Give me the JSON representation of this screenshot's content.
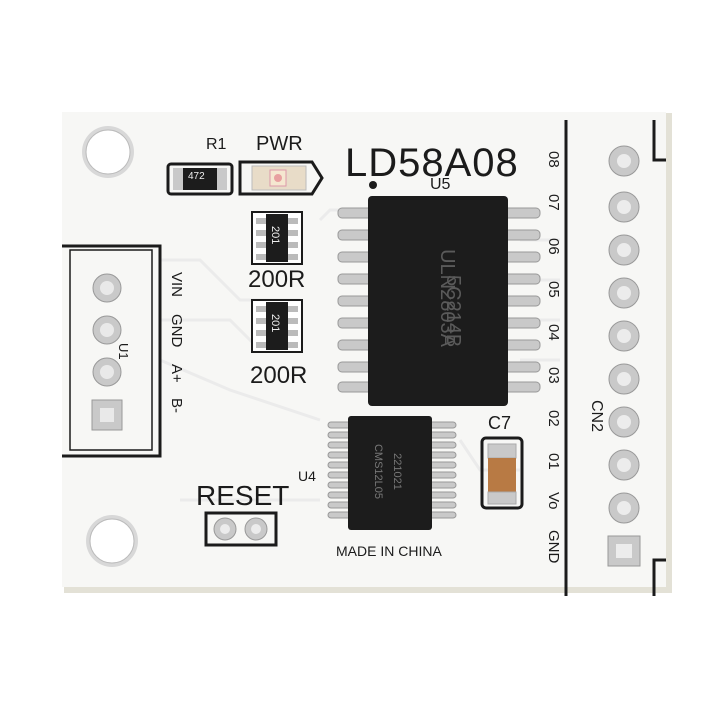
{
  "board": {
    "model_text": "LD58A08",
    "r1_label": "R1",
    "r1_value": "472",
    "pwr_label": "PWR",
    "u5_label": "U5",
    "u4_label": "U4",
    "c7_label": "C7",
    "cn2_label": "CN2",
    "u1_label": "U1",
    "reset_label": "RESET",
    "made_in": "MADE IN CHINA",
    "resistor_net_code": "201",
    "resistor_value_top": "200R",
    "resistor_value_bottom": "200R",
    "u5_chip_line1": "ULN2803A",
    "u5_chip_line2": "5C214B",
    "u4_chip_line1": "CMS12L05",
    "u4_chip_line2": "221021",
    "input_pins": [
      "VIN",
      "GND",
      "A+",
      "B-"
    ],
    "output_pins": [
      "08",
      "07",
      "06",
      "05",
      "04",
      "03",
      "02",
      "01",
      "Vo",
      "GND"
    ]
  },
  "colors": {
    "background": "#ffffff",
    "pcb": "#f7f7f5",
    "silkscreen": "#1b1b1b",
    "chip": "#1c1c1c",
    "pin": "#c9c9c9",
    "capacitor": "#b87a44"
  }
}
